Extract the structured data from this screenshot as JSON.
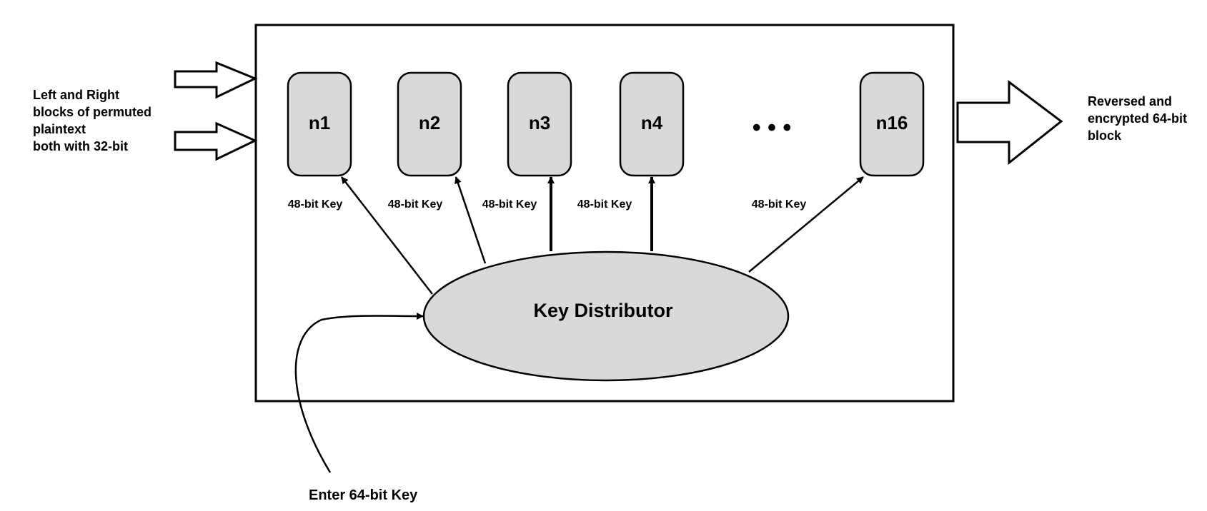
{
  "input_label": [
    "Left and Right",
    "blocks of permuted",
    "plaintext",
    "both with 32-bit"
  ],
  "output_label": [
    "Reversed and",
    "encrypted 64-bit",
    "block"
  ],
  "rounds": [
    "n1",
    "n2",
    "n3",
    "n4",
    "n16"
  ],
  "ellipsis": "• • •",
  "key_labels": [
    "48-bit Key",
    "48-bit Key",
    "48-bit Key",
    "48-bit Key",
    "48-bit Key"
  ],
  "key_distributor": "Key Distributor",
  "enter_key": "Enter 64-bit Key",
  "colors": {
    "fill": "#d9d9d9",
    "stroke": "#000000",
    "background": "#ffffff"
  }
}
